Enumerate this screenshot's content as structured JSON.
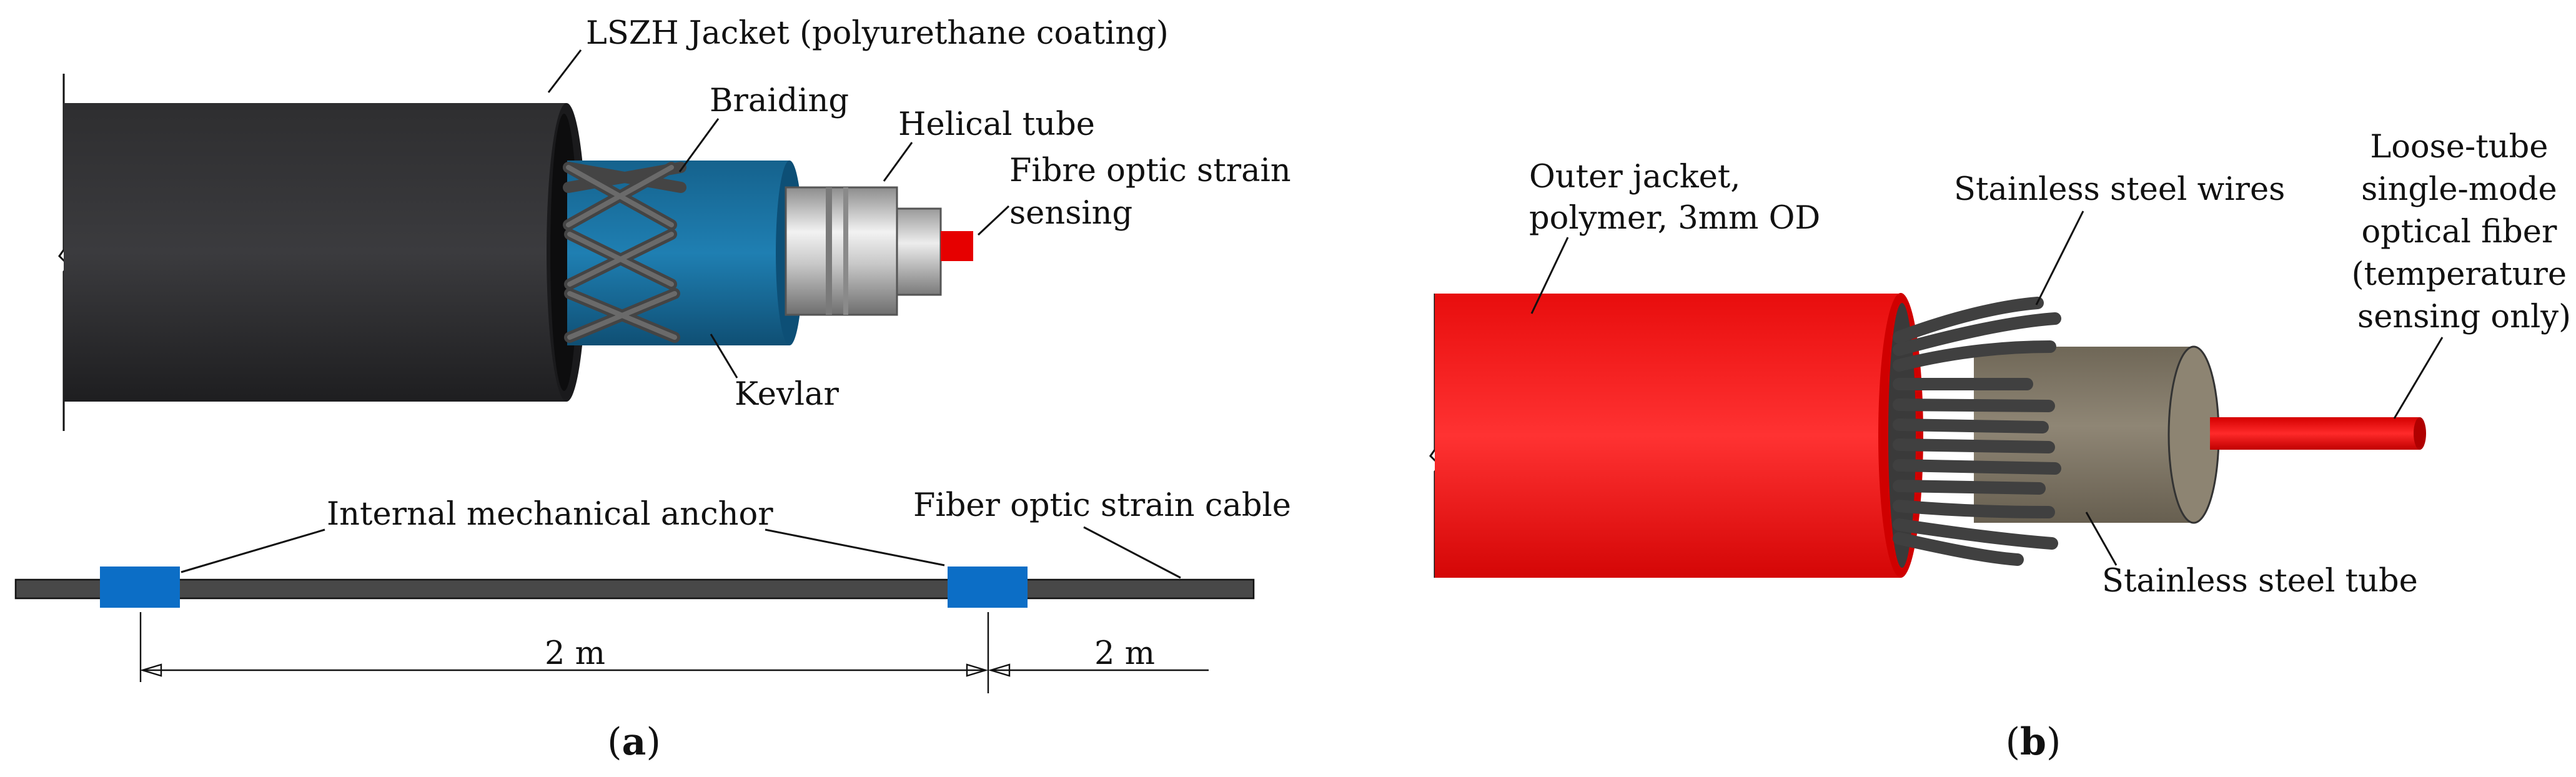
{
  "panel_a": {
    "labels": {
      "jacket": "LSZH Jacket (polyurethane coating)",
      "braiding": "Braiding",
      "helical_tube": "Helical tube",
      "sensing_line1": "Fibre optic strain",
      "sensing_line2": "sensing",
      "kevlar": "Kevlar",
      "anchor": "Internal mechanical anchor",
      "strain_cable": "Fiber optic strain cable"
    },
    "dimensions": {
      "anchor_spacing": "2 m",
      "end_spacing": "2 m"
    },
    "caption": {
      "open": "(",
      "letter": "a",
      "close": ")"
    }
  },
  "panel_b": {
    "labels": {
      "outer_jacket_line1": "Outer jacket,",
      "outer_jacket_line2": "polymer, 3mm OD",
      "steel_wires": "Stainless steel wires",
      "fiber_line1": "Loose-tube",
      "fiber_line2": "single-mode",
      "fiber_line3": "optical fiber",
      "fiber_line4": "(temperature",
      "fiber_line5": "sensing only)",
      "steel_tube": "Stainless steel tube"
    },
    "caption": {
      "open": "(",
      "letter": "b",
      "close": ")"
    }
  },
  "colors": {
    "jacket_black": "#2b2b2d",
    "kevlar_blue": "#1a6d9c",
    "anchor_blue": "#0c6ec6",
    "sensor_red": "#e60000",
    "jacket_red": "#ee1111",
    "steel_tube": "#847b6a",
    "wire_gray": "#4a4a4a"
  }
}
